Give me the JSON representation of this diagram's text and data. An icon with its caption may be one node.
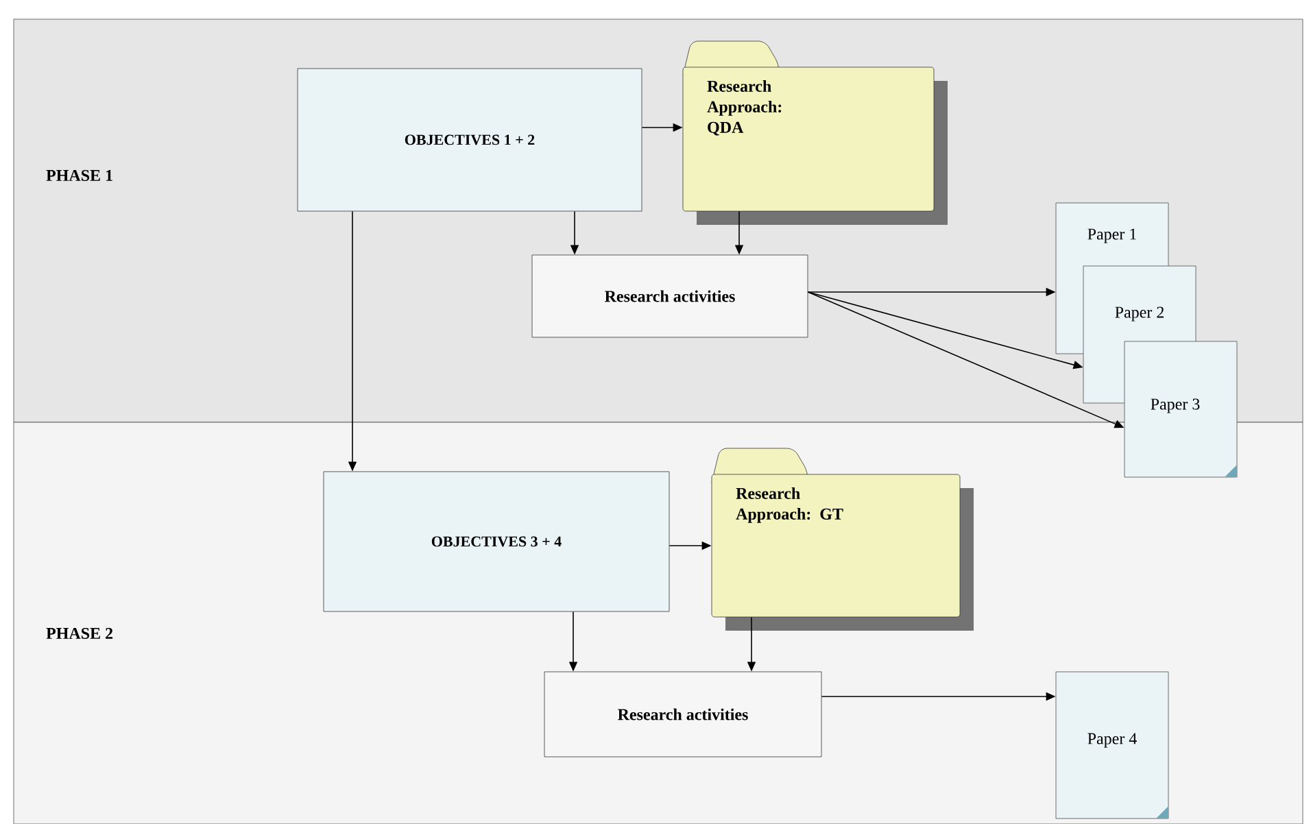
{
  "diagram": {
    "nodes": [
      {
        "text": [
          "PHASE 1"
        ]
      },
      {
        "text": [
          "OBJECTIVES 1 + 2"
        ],
        "in": 0
      },
      {
        "text": [
          "Research Approach: QDA"
        ],
        "in": 0
      },
      {
        "text": [
          "Research activities"
        ],
        "in": 0
      },
      {
        "text": [
          "Paper 1"
        ],
        "in": 0
      },
      {
        "text": [
          "Paper 2"
        ],
        "in": 0
      },
      {
        "text": [
          "Paper 3"
        ]
      },
      {
        "text": [
          "PHASE 2"
        ]
      },
      {
        "text": [
          "OBJECTIVES 3 + 4"
        ],
        "in": 7
      },
      {
        "text": [
          "Research Approach: GT"
        ],
        "in": 7
      },
      {
        "text": [
          "Research activities"
        ],
        "in": 7
      },
      {
        "text": [
          "Paper 4"
        ],
        "in": 7
      }
    ],
    "edges": [
      {
        "from": 1,
        "to": 2,
        "arrow": "to"
      },
      {
        "from": 1,
        "to": 3,
        "arrow": "to"
      },
      {
        "from": 2,
        "to": 3,
        "arrow": "to"
      },
      {
        "from": 3,
        "to": 4,
        "arrow": "to"
      },
      {
        "from": 3,
        "to": 5,
        "arrow": "to"
      },
      {
        "from": 3,
        "to": 6,
        "arrow": "to"
      },
      {
        "from": 1,
        "to": 8,
        "arrow": "to"
      },
      {
        "from": 8,
        "to": 9,
        "arrow": "to"
      },
      {
        "from": 8,
        "to": 10,
        "arrow": "to"
      },
      {
        "from": 9,
        "to": 10,
        "arrow": "to"
      },
      {
        "from": 10,
        "to": 11,
        "arrow": "to"
      }
    ]
  }
}
